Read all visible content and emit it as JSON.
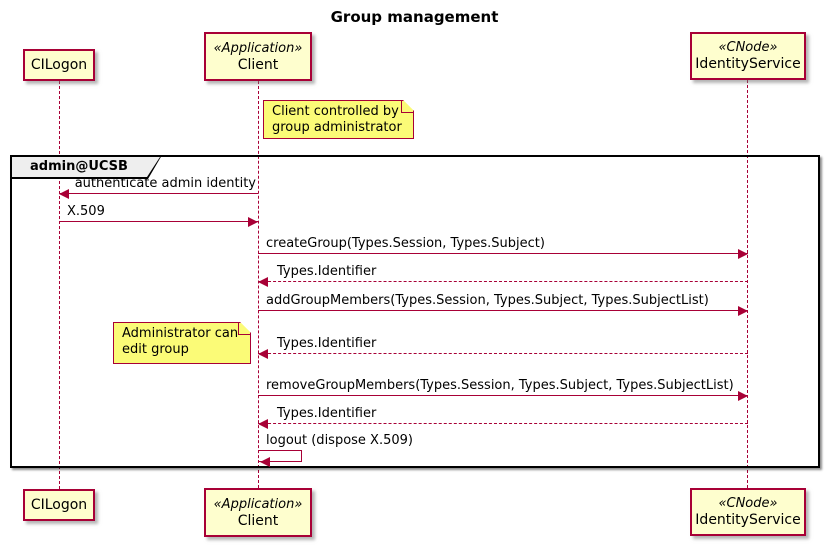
{
  "title": "Group management",
  "colors": {
    "participant_fill": "#FEFECE",
    "note_fill": "#FBFB77",
    "line_red": "#A80036",
    "frame_border": "#000000",
    "frame_label_fill": "#EEEEEE"
  },
  "participants": {
    "cilogon": {
      "stereotype": "",
      "name": "CILogon"
    },
    "client": {
      "stereotype": "«Application»",
      "name": "Client"
    },
    "identityservice": {
      "stereotype": "«CNode»",
      "name": "IdentityService"
    }
  },
  "frame": {
    "label": "admin@UCSB"
  },
  "notes": [
    {
      "text": "Client controlled by\ngroup administrator"
    },
    {
      "text": "Administrator can\nedit group"
    }
  ],
  "messages": [
    {
      "label": "authenticate admin identity",
      "from": "client",
      "to": "cilogon",
      "style": "solid"
    },
    {
      "label": "X.509",
      "from": "cilogon",
      "to": "client",
      "style": "solid"
    },
    {
      "label": "createGroup(Types.Session, Types.Subject)",
      "from": "client",
      "to": "identityservice",
      "style": "solid"
    },
    {
      "label": "Types.Identifier",
      "from": "identityservice",
      "to": "client",
      "style": "dashed"
    },
    {
      "label": "addGroupMembers(Types.Session, Types.Subject, Types.SubjectList)",
      "from": "client",
      "to": "identityservice",
      "style": "solid"
    },
    {
      "label": "Types.Identifier",
      "from": "identityservice",
      "to": "client",
      "style": "dashed"
    },
    {
      "label": "removeGroupMembers(Types.Session, Types.Subject, Types.SubjectList)",
      "from": "client",
      "to": "identityservice",
      "style": "solid"
    },
    {
      "label": "Types.Identifier",
      "from": "identityservice",
      "to": "client",
      "style": "dashed"
    },
    {
      "label": "logout (dispose X.509)",
      "from": "client",
      "to": "client",
      "style": "self"
    }
  ]
}
